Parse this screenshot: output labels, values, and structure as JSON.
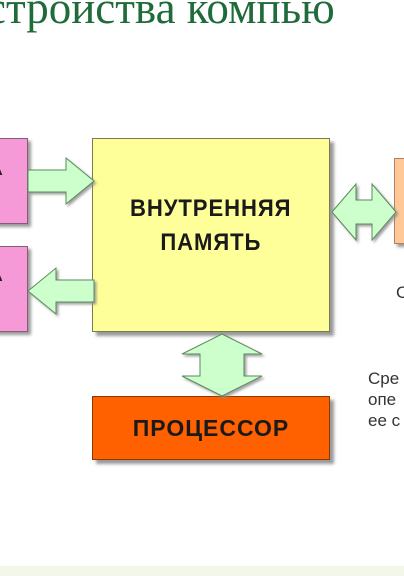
{
  "slide": {
    "title_fragment": "стройства компью"
  },
  "diagram": {
    "input_device_fragment": "А",
    "output_device_fragment": "А",
    "memory_line1": "ВНУТРЕННЯЯ",
    "memory_line2": "ПАМЯТЬ",
    "processor": "ПРОЦЕССОР",
    "side_label_fragment": "С",
    "note_lines": [
      "Сре",
      "опе",
      "ее с"
    ]
  },
  "colors": {
    "title": "#1f6b3a",
    "memory_fill": "#ffff99",
    "processor_fill": "#ff6000",
    "device_fill": "#f59ad6",
    "storage_fill": "#ffc896",
    "arrow_fill": "#ccffcc"
  }
}
